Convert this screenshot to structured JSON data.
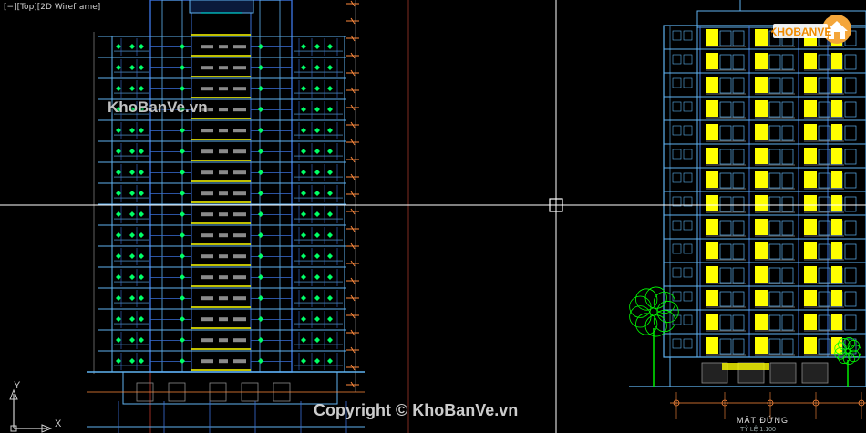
{
  "viewport": {
    "label_parts": [
      "[−]",
      "[Top]",
      "[2D Wireframe]"
    ]
  },
  "watermarks": {
    "left": "KhoBanVe.vn",
    "bottom": "Copyright © KhoBanVe.vn"
  },
  "logo": {
    "text": "KHOBANVE"
  },
  "ucs": {
    "y_label": "Y",
    "x_label": "X"
  },
  "drawing": {
    "elevation_title": "MẶT ĐỨNG",
    "elevation_scale": "TỶ LỆ 1:100"
  },
  "colors": {
    "background": "#000000",
    "crosshair": "#ffffff",
    "wall": "#5fb2f0",
    "structure": "#3a6fd8",
    "window": "#ffff00",
    "green": "#00ff66",
    "tree": "#00ff00",
    "orange": "#ff8a3c",
    "red_grid": "#c0392b",
    "gray": "#8a8a8a",
    "cyan": "#00ffff"
  }
}
